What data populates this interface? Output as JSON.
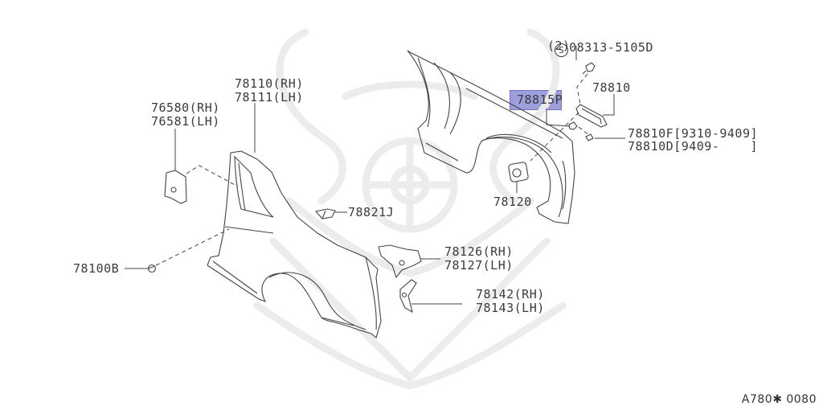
{
  "diagram": {
    "type": "exploded-parts-diagram",
    "highlight_color": "#8d8fd6",
    "line_color": "#444444",
    "watermark_color": "#ededed",
    "diagram_code": "A780✱ 0080"
  },
  "callouts": {
    "screw": {
      "symbol": "S",
      "part": "08313-5105D",
      "qty": "(2)"
    },
    "fuel_lid": {
      "part": "78810"
    },
    "lid_spring": {
      "part": "78815P"
    },
    "lid_variants": [
      {
        "part": "78810F",
        "range": "[9310-9409]"
      },
      {
        "part": "78810D",
        "range": "[9409-    ]"
      }
    ],
    "filler_base": {
      "part": "78120"
    },
    "rear_fender": [
      {
        "part": "78110",
        "side": "(RH)"
      },
      {
        "part": "78111",
        "side": "(LH)"
      }
    ],
    "bracket": [
      {
        "part": "76580",
        "side": "(RH)"
      },
      {
        "part": "76581",
        "side": "(LH)"
      }
    ],
    "seal": {
      "part": "78821J"
    },
    "clip": {
      "part": "78100B"
    },
    "extension_upper": [
      {
        "part": "78126",
        "side": "(RH)"
      },
      {
        "part": "78127",
        "side": "(LH)"
      }
    ],
    "extension_lower": [
      {
        "part": "78142",
        "side": "(RH)"
      },
      {
        "part": "78143",
        "side": "(LH)"
      }
    ]
  }
}
